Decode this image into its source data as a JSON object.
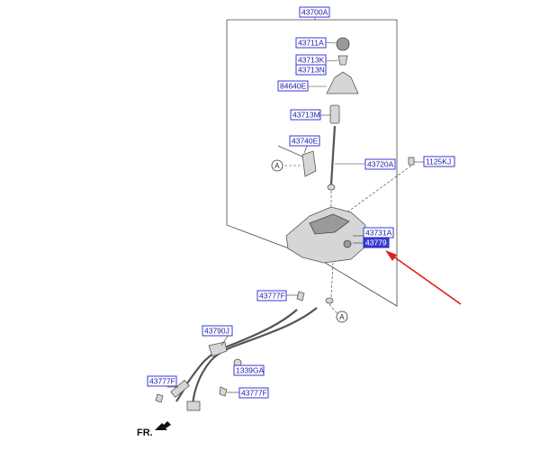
{
  "labels": {
    "p43700A": "43700A",
    "p43711A": "43711A",
    "p43713K": "43713K",
    "p43713N": "43713N",
    "p84640E": "84640E",
    "p43713M": "43713M",
    "p43740E": "43740E",
    "p43720A": "43720A",
    "p1125KJ": "1125KJ",
    "p43731A": "43731A",
    "p43779": "43779",
    "p43777F_top": "43777F",
    "p43790J": "43790J",
    "p1339GA": "1339GA",
    "p43777F_left": "43777F",
    "p43777F_bottom": "43777F"
  },
  "callouts": {
    "a_upper": "A",
    "a_lower": "A"
  },
  "direction": {
    "fr_label": "FR."
  },
  "colors": {
    "label_text": "#1a1aa8",
    "label_border": "#3a3ad0",
    "highlight_fill": "#3b3bd6",
    "arrow_red": "#e02020"
  }
}
